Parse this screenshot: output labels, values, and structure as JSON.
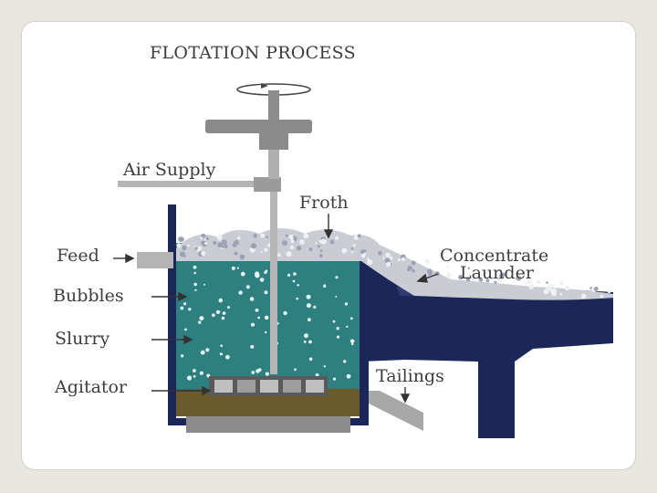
{
  "diagram": {
    "title": "FLOTATION PROCESS",
    "labels": {
      "air_supply": "Air Supply",
      "froth": "Froth",
      "feed": "Feed",
      "concentrate": "Concentrate",
      "launder": "Launder",
      "bubbles": "Bubbles",
      "slurry": "Slurry",
      "tailings": "Tailings",
      "agitator": "Agitator"
    },
    "colors": {
      "tank": "#1b2758",
      "slurry": "#2e7f80",
      "froth": "#c9ccd2",
      "shaft": "#a7a7a7",
      "sediment": "#6b5a2c",
      "text": "#3d3d3d"
    }
  }
}
